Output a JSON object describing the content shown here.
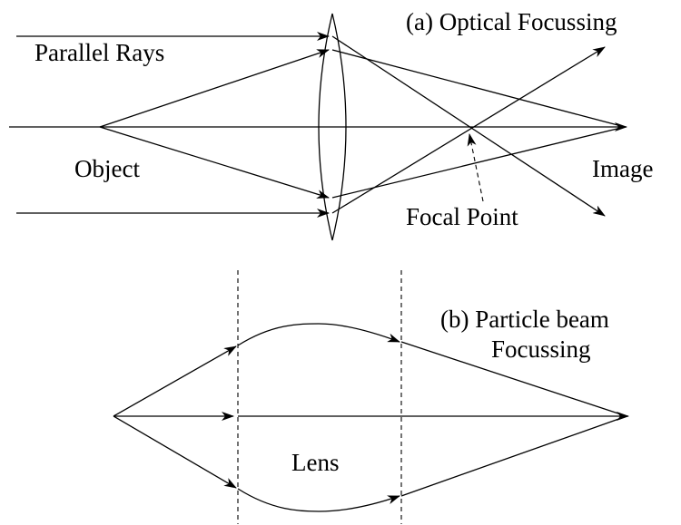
{
  "panel_a": {
    "title": "(a) Optical Focussing",
    "labels": {
      "parallel_rays": "Parallel Rays",
      "object": "Object",
      "image": "Image",
      "focal_point": "Focal Point"
    }
  },
  "panel_b": {
    "title_line1": "(b) Particle beam",
    "title_line2": "Focussing",
    "labels": {
      "lens": "Lens"
    }
  },
  "colors": {
    "stroke": "#000000",
    "background": "#ffffff"
  }
}
